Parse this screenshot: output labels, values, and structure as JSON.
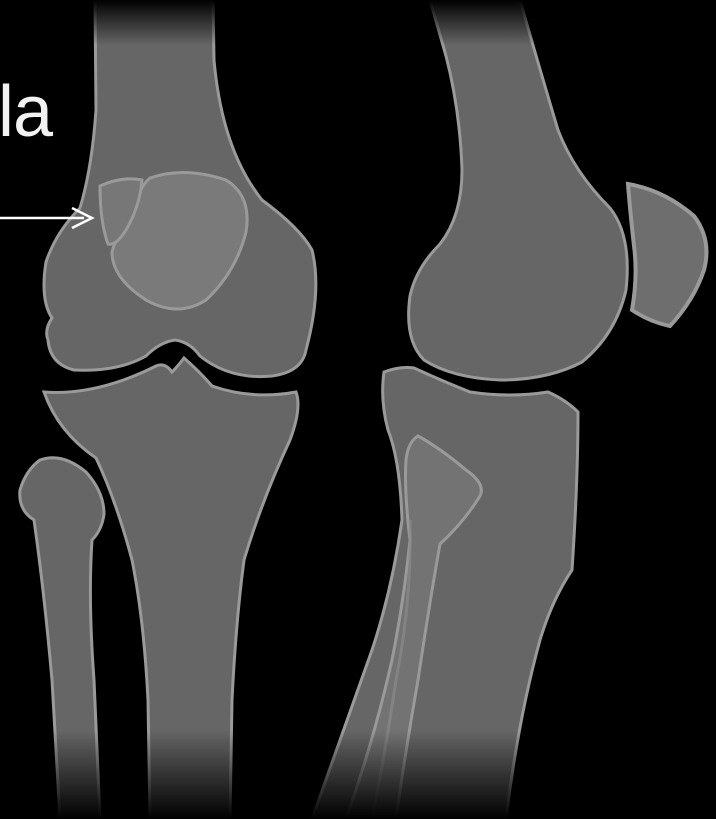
{
  "diagram": {
    "label": "la",
    "views": [
      "frontal",
      "lateral"
    ],
    "colors": {
      "background": "#000000",
      "bone_fill": "#666666",
      "bone_fill_light": "#7a7a7a",
      "bone_outline": "#9a9a9a",
      "arrow": "#ffffff",
      "label": "#f2f2f2"
    }
  }
}
